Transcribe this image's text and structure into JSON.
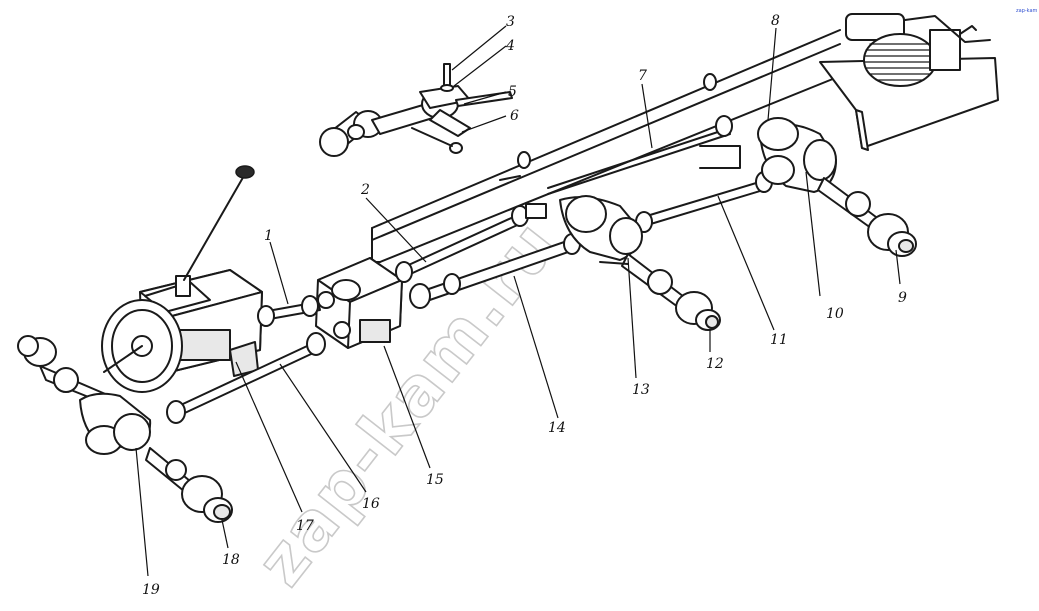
{
  "labels": {
    "l1": "1",
    "l2": "2",
    "l3": "3",
    "l4": "4",
    "l5": "5",
    "l6": "6",
    "l7": "7",
    "l8": "8",
    "l9": "9",
    "l10": "10",
    "l11": "11",
    "l12": "12",
    "l13": "13",
    "l14": "14",
    "l15": "15",
    "l16": "16",
    "l17": "17",
    "l18": "18",
    "l19": "19"
  },
  "watermark": {
    "text": "zap-kam.ru",
    "corner": "zap-kam"
  }
}
